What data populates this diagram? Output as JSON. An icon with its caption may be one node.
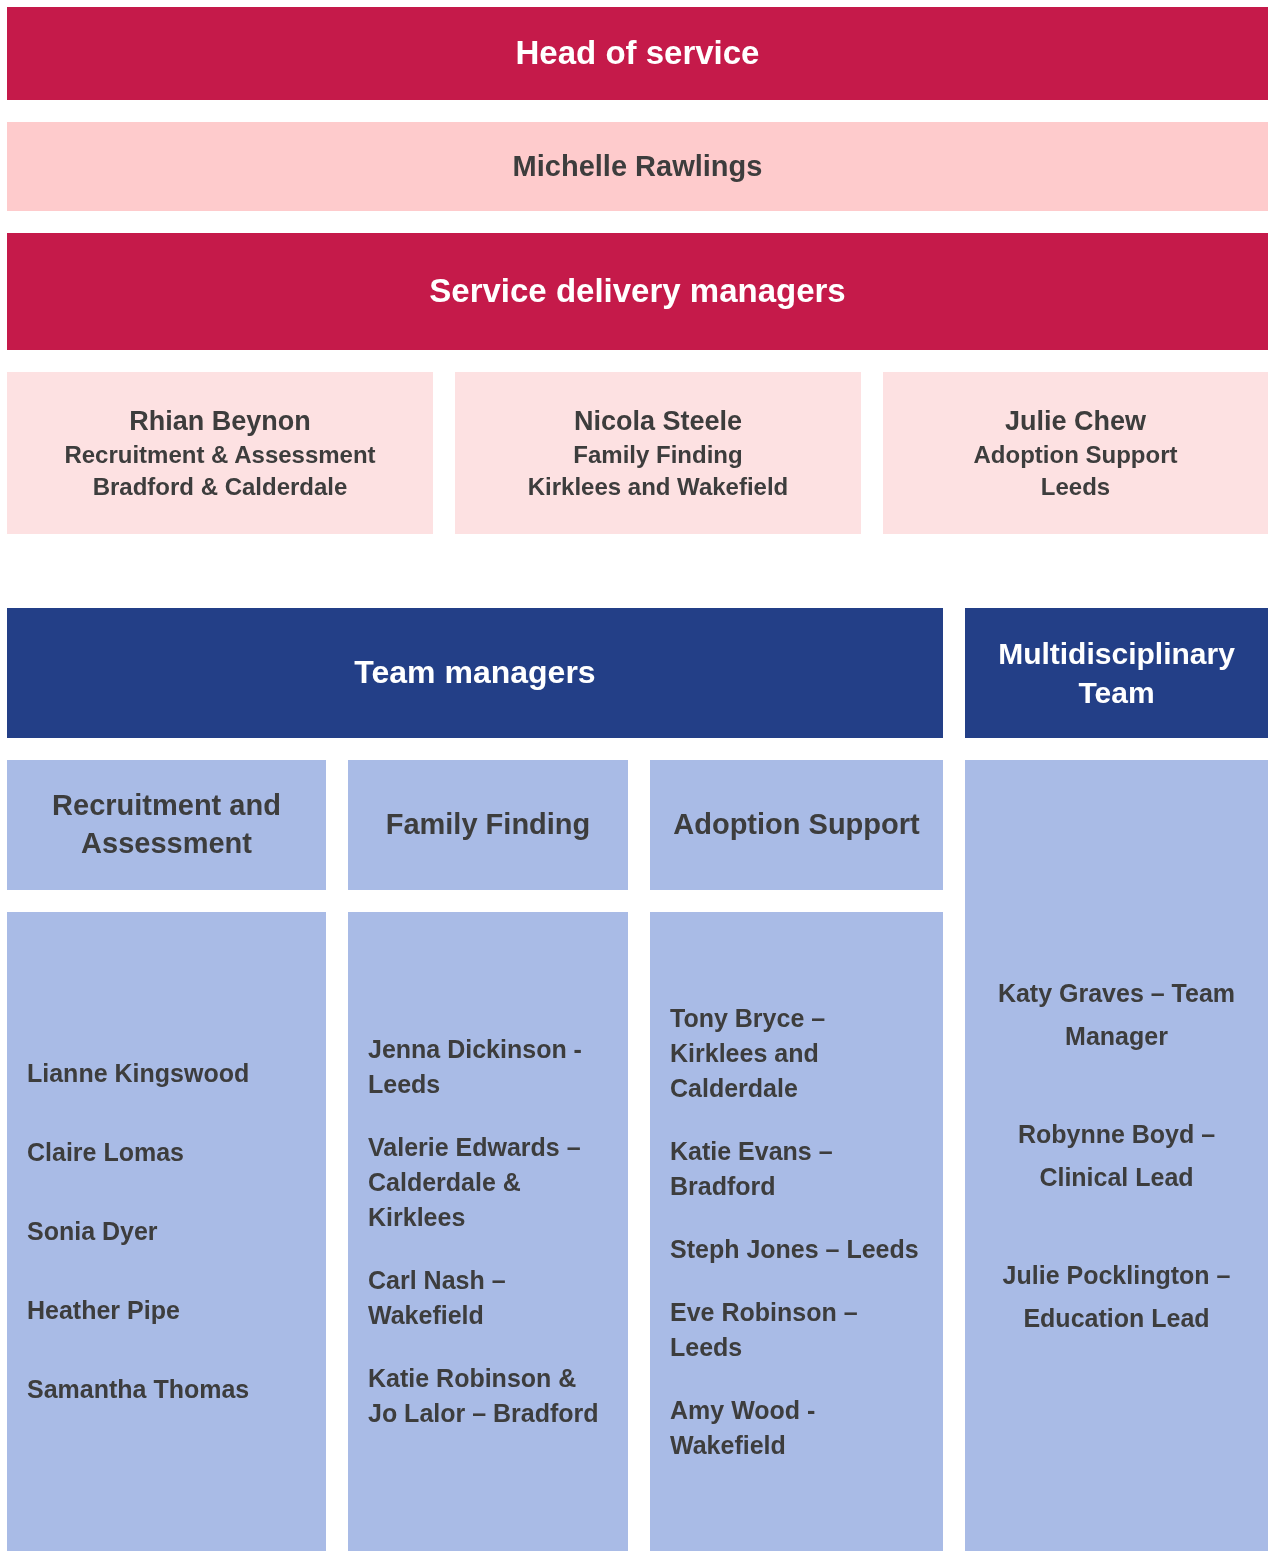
{
  "diagram": {
    "nodes": [
      {
        "text": [
          "Head of service"
        ]
      },
      {
        "text": [
          "Michelle Rawlings"
        ]
      },
      {
        "text": [
          "Service delivery managers"
        ]
      },
      {
        "text": [
          "Rhian Beynon",
          "Recruitment & Assessment",
          "Bradford & Calderdale"
        ]
      },
      {
        "text": [
          "Nicola Steele",
          "Family Finding",
          "Kirklees and Wakefield"
        ]
      },
      {
        "text": [
          "Julie Chew",
          "Adoption Support",
          "Leeds"
        ]
      },
      {
        "text": [
          "Team managers"
        ]
      },
      {
        "text": [
          "Multidisciplinary Team"
        ]
      },
      {
        "text": [
          "Recruitment and Assessment"
        ]
      },
      {
        "text": [
          "Family Finding"
        ]
      },
      {
        "text": [
          "Adoption Support"
        ]
      },
      {
        "text": [
          "Lianne Kingswood",
          "Claire Lomas",
          "Sonia Dyer",
          "Heather Pipe",
          "Samantha Thomas"
        ]
      },
      {
        "text": [
          "Jenna Dickinson - Leeds",
          "Valerie Edwards – Calderdale & Kirklees",
          "Carl Nash – Wakefield",
          "Katie Robinson & Jo Lalor – Bradford"
        ]
      },
      {
        "text": [
          "Tony Bryce – Kirklees and Calderdale",
          "Katie Evans – Bradford",
          "Steph Jones – Leeds",
          "Eve Robinson – Leeds",
          "Amy Wood - Wakefield"
        ]
      },
      {
        "text": [
          "Katy Graves – Team Manager",
          "Robynne Boyd – Clinical Lead",
          "Julie Pocklington – Education Lead"
        ]
      }
    ],
    "edges": []
  }
}
